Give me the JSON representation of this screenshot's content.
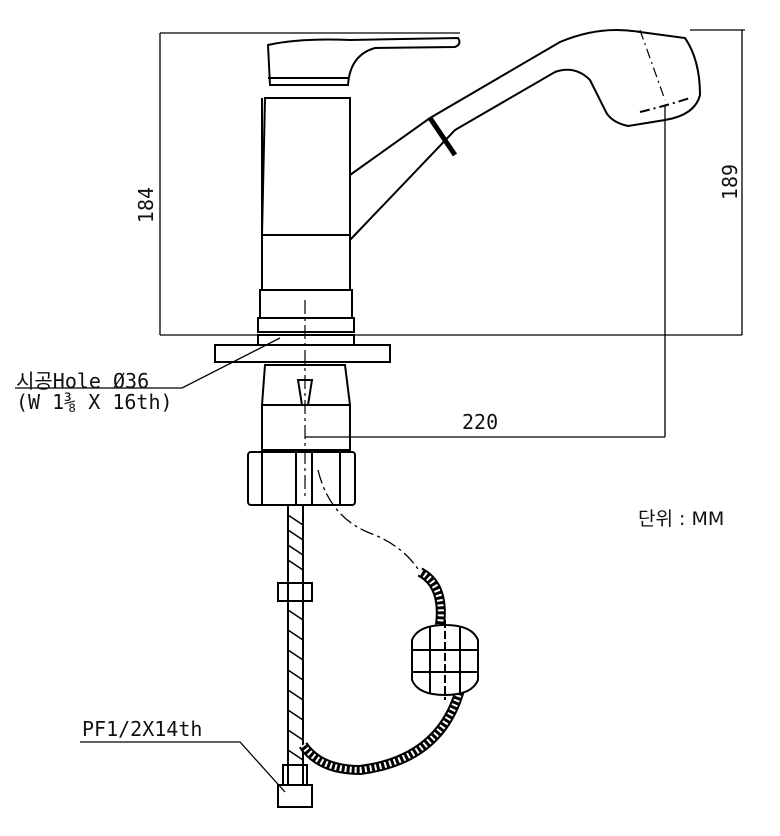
{
  "dimensions": {
    "height_body": "184",
    "height_total": "189",
    "reach": "220"
  },
  "labels": {
    "hole": "시공Hole Ø36",
    "thread": "(W 1⅜ X 16th)",
    "hose_connection": "PF1/2X14th",
    "unit": "단위 : MM"
  }
}
